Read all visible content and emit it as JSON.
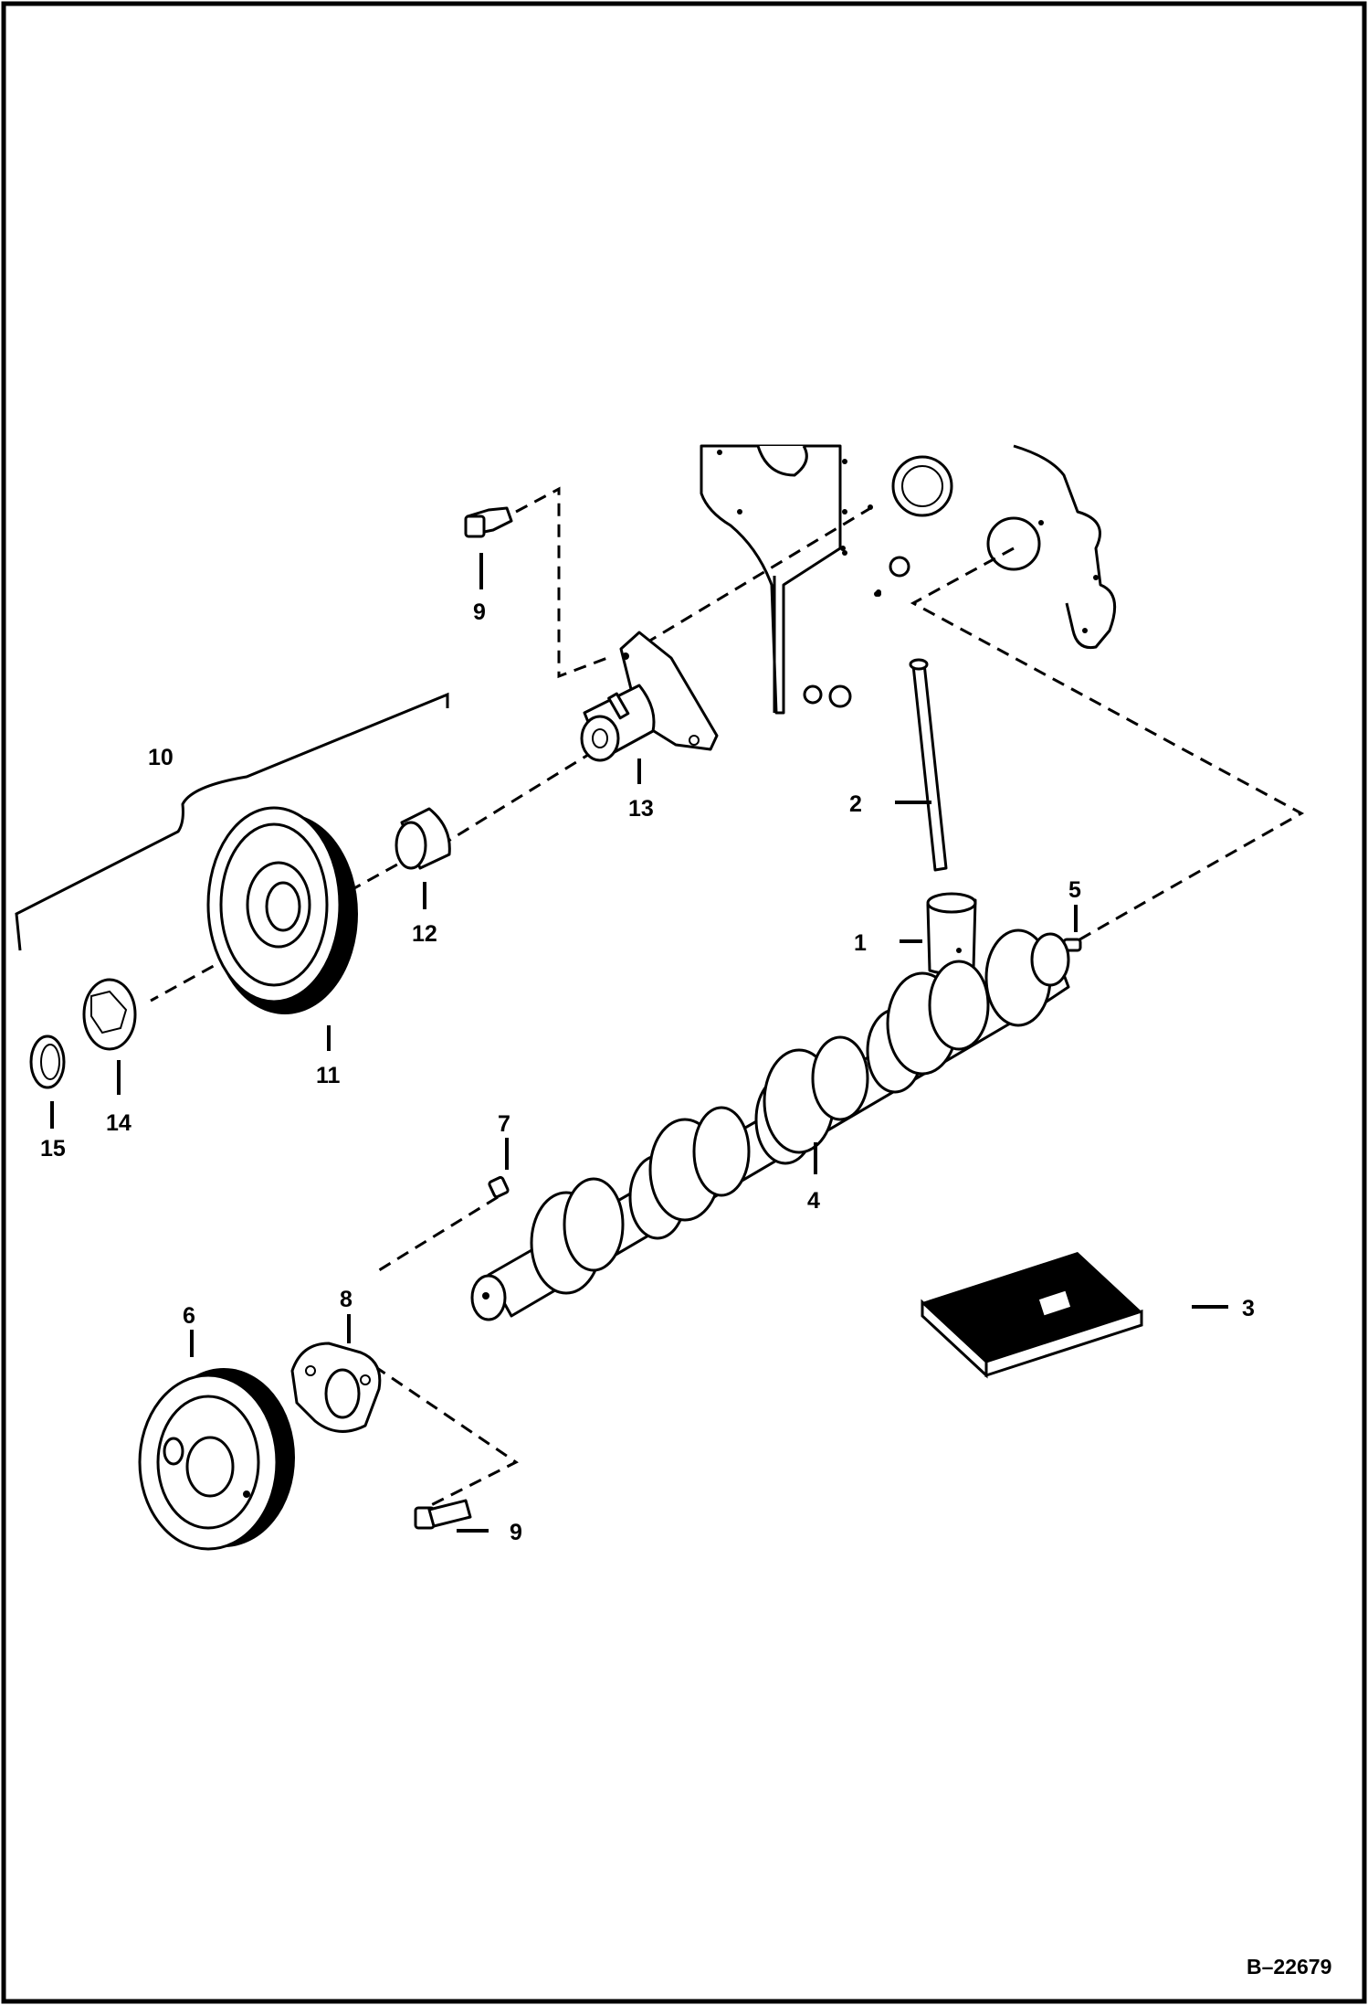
{
  "figure": {
    "reference": "B–22679",
    "callouts": {
      "c1": "1",
      "c2": "2",
      "c3": "3",
      "c4": "4",
      "c5": "5",
      "c6": "6",
      "c7": "7",
      "c8": "8",
      "c9_top": "9",
      "c9_bottom": "9",
      "c10": "10",
      "c11": "11",
      "c12": "12",
      "c13": "13",
      "c14": "14",
      "c15": "15"
    }
  }
}
